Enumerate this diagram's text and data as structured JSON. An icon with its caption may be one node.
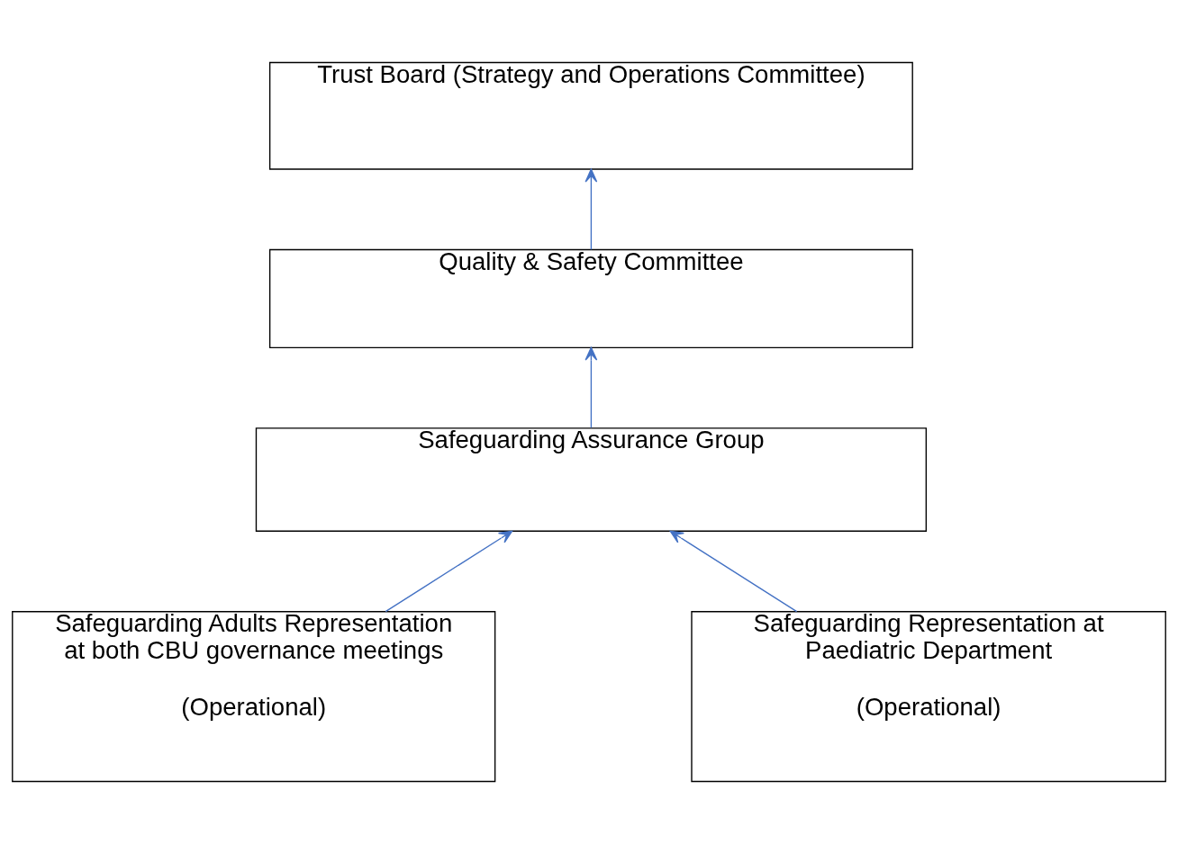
{
  "diagram": {
    "nodes": [
      {
        "text": [
          "Trust Board (Strategy and Operations Committee)"
        ]
      },
      {
        "text": [
          "Quality & Safety Committee"
        ]
      },
      {
        "text": [
          "Safeguarding Assurance Group"
        ]
      },
      {
        "text": [
          "Safeguarding Adults Representation at both CBU governance meetings",
          "(Operational)"
        ]
      },
      {
        "text": [
          "Safeguarding Representation at Paediatric Department",
          "(Operational)"
        ]
      }
    ],
    "edges": [
      {
        "from": 1,
        "to": 0,
        "arrow": "to"
      },
      {
        "from": 2,
        "to": 1,
        "arrow": "to"
      },
      {
        "from": 3,
        "to": 2,
        "arrow": "to"
      },
      {
        "from": 4,
        "to": 2,
        "arrow": "to"
      }
    ]
  }
}
